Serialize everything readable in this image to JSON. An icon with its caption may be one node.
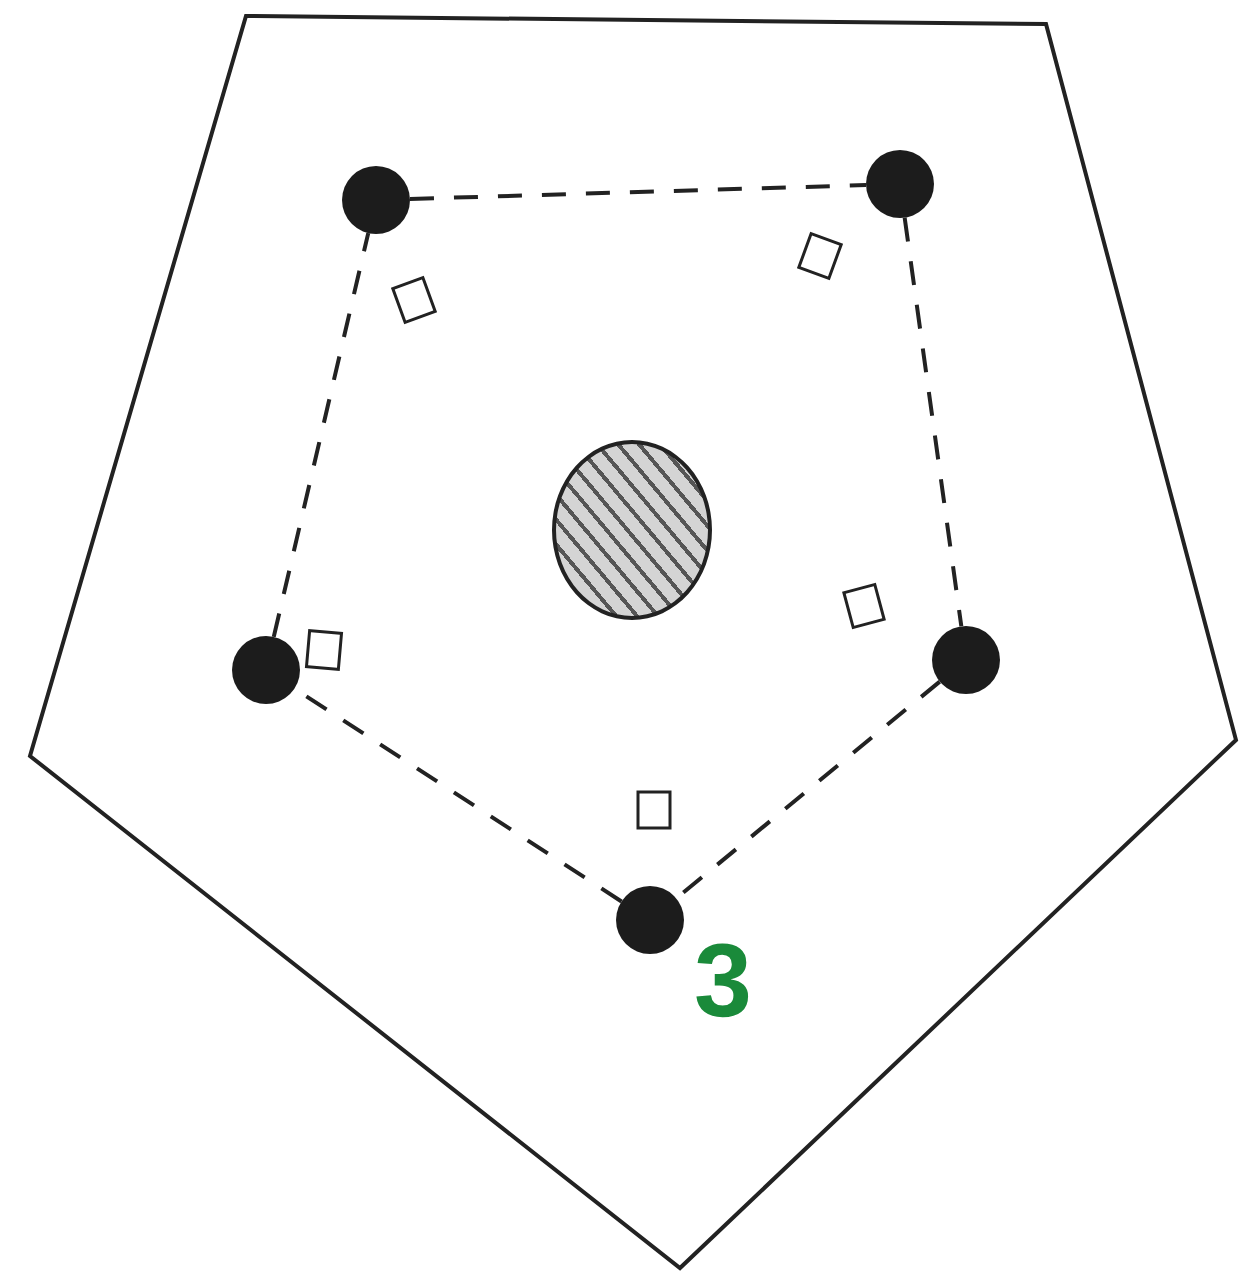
{
  "diagram": {
    "nodes": [
      {
        "text": [],
        "shape": "circle"
      },
      {
        "text": [],
        "shape": "circle"
      },
      {
        "text": [],
        "shape": "circle"
      },
      {
        "text": [],
        "shape": "circle"
      },
      {
        "text": [],
        "shape": "circle",
        "beside": [
          "3"
        ]
      },
      {
        "text": [],
        "shape": "oval"
      }
    ],
    "edges": [
      {
        "from": 0,
        "to": 1,
        "arrow": "none",
        "style": "dashed"
      },
      {
        "from": 1,
        "to": 3,
        "arrow": "none",
        "style": "dashed"
      },
      {
        "from": 3,
        "to": 4,
        "arrow": "none",
        "style": "dashed"
      },
      {
        "from": 4,
        "to": 2,
        "arrow": "none",
        "style": "dashed"
      },
      {
        "from": 2,
        "to": 0,
        "arrow": "none",
        "style": "dashed"
      }
    ]
  }
}
